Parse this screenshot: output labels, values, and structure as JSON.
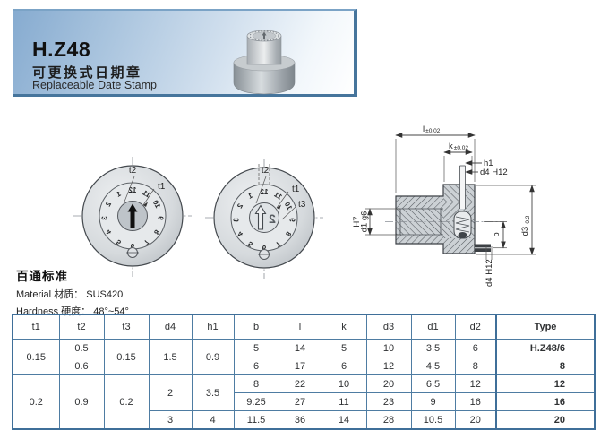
{
  "header": {
    "title": "H.Z48",
    "subtitle_cn": "可更换式日期章",
    "subtitle_en": "Replaceable Date Stamp"
  },
  "specs": {
    "standard": "百通标准",
    "material_label": "Material",
    "material_cn": "材质：",
    "material_value": "SUS420",
    "hardness_label": "Hardness",
    "hardness_cn": "硬度：",
    "hardness_value": "48°~54°"
  },
  "drawing": {
    "dial_numbers": [
      "1",
      "2",
      "3",
      "4",
      "5",
      "6",
      "7",
      "8",
      "9",
      "10",
      "11",
      "12"
    ],
    "center_mark": "2",
    "view1": {
      "t1": "t1",
      "t2": "t2"
    },
    "view2": {
      "t1": "t1",
      "t2": "t2",
      "t3": "t3"
    },
    "section": {
      "dim_l": "l",
      "tol_l": "±0.02",
      "dim_k": "k",
      "tol_k": "±0.02",
      "dim_h1": "h1",
      "dim_d4_top": "d4 H12",
      "bore_line1": "H7",
      "bore_line2": "d1 g6",
      "dim_b": "b",
      "dim_d3": "d3",
      "tol_d3": "-0.2",
      "dim_d4_bottom": "d4 H12"
    }
  },
  "table": {
    "columns": [
      "t1",
      "t2",
      "t3",
      "d4",
      "h1",
      "b",
      "l",
      "k",
      "d3",
      "d1",
      "d2",
      "Type"
    ],
    "r0": {
      "t1": "0.15",
      "t2": "0.5",
      "t3": "0.15",
      "d4": "1.5",
      "h1": "0.9",
      "b": "5",
      "l": "14",
      "k": "5",
      "d3": "10",
      "d1": "3.5",
      "d2": "6",
      "type": "H.Z48/6"
    },
    "r1": {
      "t2": "0.6",
      "b": "6",
      "l": "17",
      "k": "6",
      "d3": "12",
      "d1": "4.5",
      "d2": "8",
      "type": "8"
    },
    "r2": {
      "t1": "0.2",
      "t2": "0.9",
      "t3": "0.2",
      "d4": "2",
      "h1": "3.5",
      "b": "8",
      "l": "22",
      "k": "10",
      "d3": "20",
      "d1": "6.5",
      "d2": "12",
      "type": "12"
    },
    "r3": {
      "b": "9.25",
      "l": "27",
      "k": "11",
      "d3": "23",
      "d1": "9",
      "d2": "16",
      "type": "16"
    },
    "r4": {
      "d4": "3",
      "h1": "4",
      "b": "11.5",
      "l": "36",
      "k": "14",
      "d3": "28",
      "d1": "10.5",
      "d2": "20",
      "type": "20"
    }
  }
}
